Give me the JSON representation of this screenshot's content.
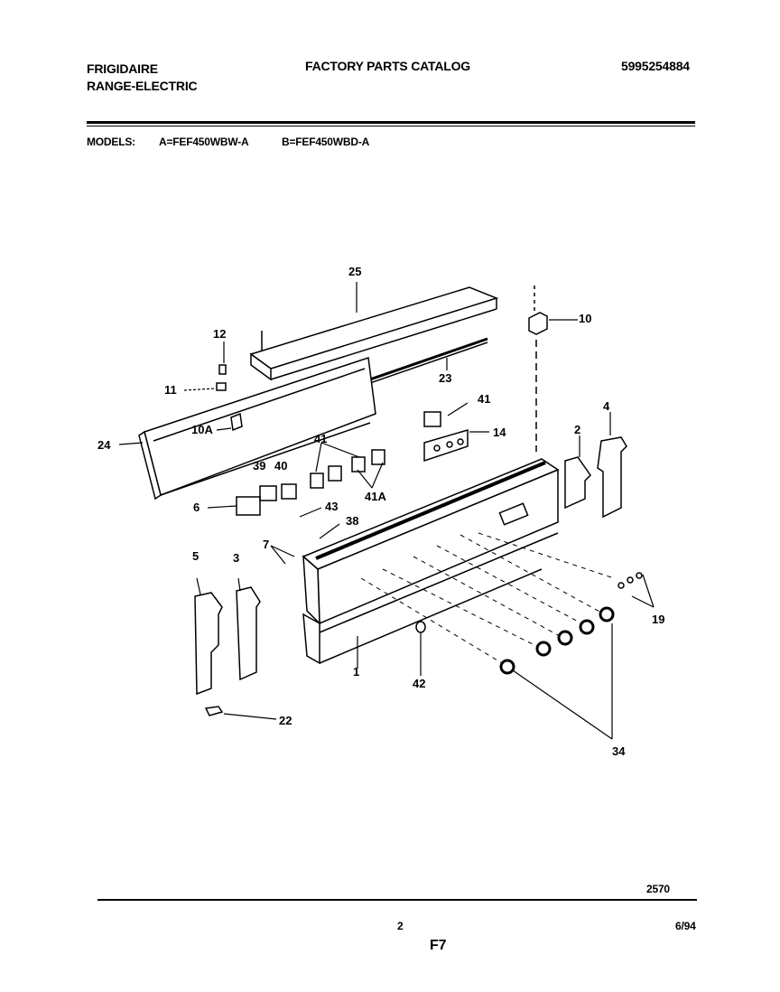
{
  "header": {
    "brand": "FRIGIDAIRE",
    "product": "RANGE-ELECTRIC",
    "catalog_title": "FACTORY PARTS CATALOG",
    "catalog_number": "5995254884"
  },
  "models": {
    "label": "MODELS:",
    "model_a": "A=FEF450WBW-A",
    "model_b": "B=FEF450WBD-A"
  },
  "callouts": {
    "c25": "25",
    "c10": "10",
    "c12": "12",
    "c11": "11",
    "c23": "23",
    "c41_top": "41",
    "c14": "14",
    "c4": "4",
    "c2": "2",
    "c10a": "10A",
    "c24": "24",
    "c41_mid": "41",
    "c39": "39",
    "c40": "40",
    "c6": "6",
    "c43": "43",
    "c38": "38",
    "c41a": "41A",
    "c7": "7",
    "c5": "5",
    "c3": "3",
    "c19": "19",
    "c1": "1",
    "c42": "42",
    "c22": "22",
    "c34": "34"
  },
  "footer": {
    "drawing_number": "2570",
    "page_number": "2",
    "date": "6/94",
    "section": "F7"
  }
}
